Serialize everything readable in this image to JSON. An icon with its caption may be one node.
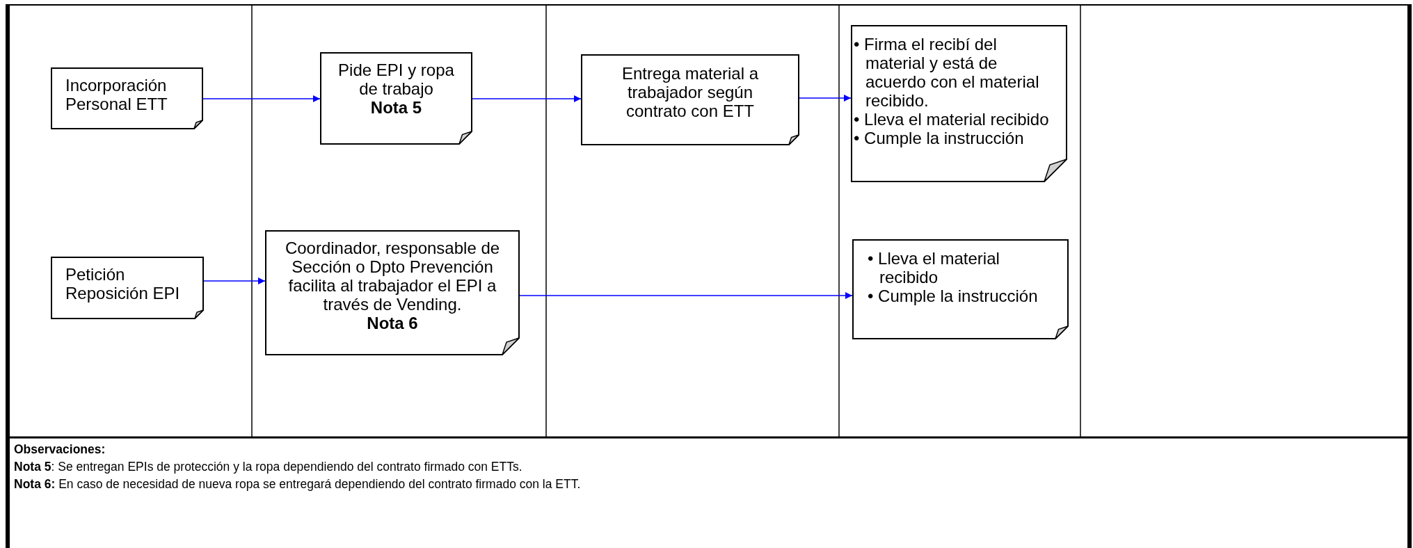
{
  "diagram": {
    "nodes": [
      {
        "text": [
          "Incorporación Personal ETT"
        ]
      },
      {
        "text": [
          "Pide EPI y ropa de trabajo",
          "Nota 5"
        ]
      },
      {
        "text": [
          "Entrega material a trabajador según contrato con ETT"
        ]
      },
      {
        "text": [
          "• Firma el recibí del material y está de acuerdo con el material recibido.",
          "• Lleva el material recibido",
          "• Cumple la instrucción"
        ]
      },
      {
        "text": [
          "Petición Reposición EPI"
        ]
      },
      {
        "text": [
          "Coordinador, responsable de Sección o Dpto Prevención facilita al trabajador el EPI a través de Vending.",
          "Nota 6"
        ]
      },
      {
        "text": [
          "• Lleva el material recibido",
          "• Cumple la instrucción"
        ]
      }
    ],
    "edges": [
      {
        "from": 0,
        "to": 1,
        "arrow": "to"
      },
      {
        "from": 1,
        "to": 2,
        "arrow": "to"
      },
      {
        "from": 2,
        "to": 3,
        "arrow": "to"
      },
      {
        "from": 4,
        "to": 5,
        "arrow": "to"
      },
      {
        "from": 5,
        "to": 6,
        "arrow": "to"
      }
    ],
    "labels": [
      "Observaciones:",
      "**Nota 5**: Se entregan EPIs de protección y la ropa dependiendo del contrato firmado con ETTs.",
      "**Nota 6:** En caso de necesidad de nueva ropa se entregará dependiendo del contrato firmado con la ETT."
    ]
  }
}
